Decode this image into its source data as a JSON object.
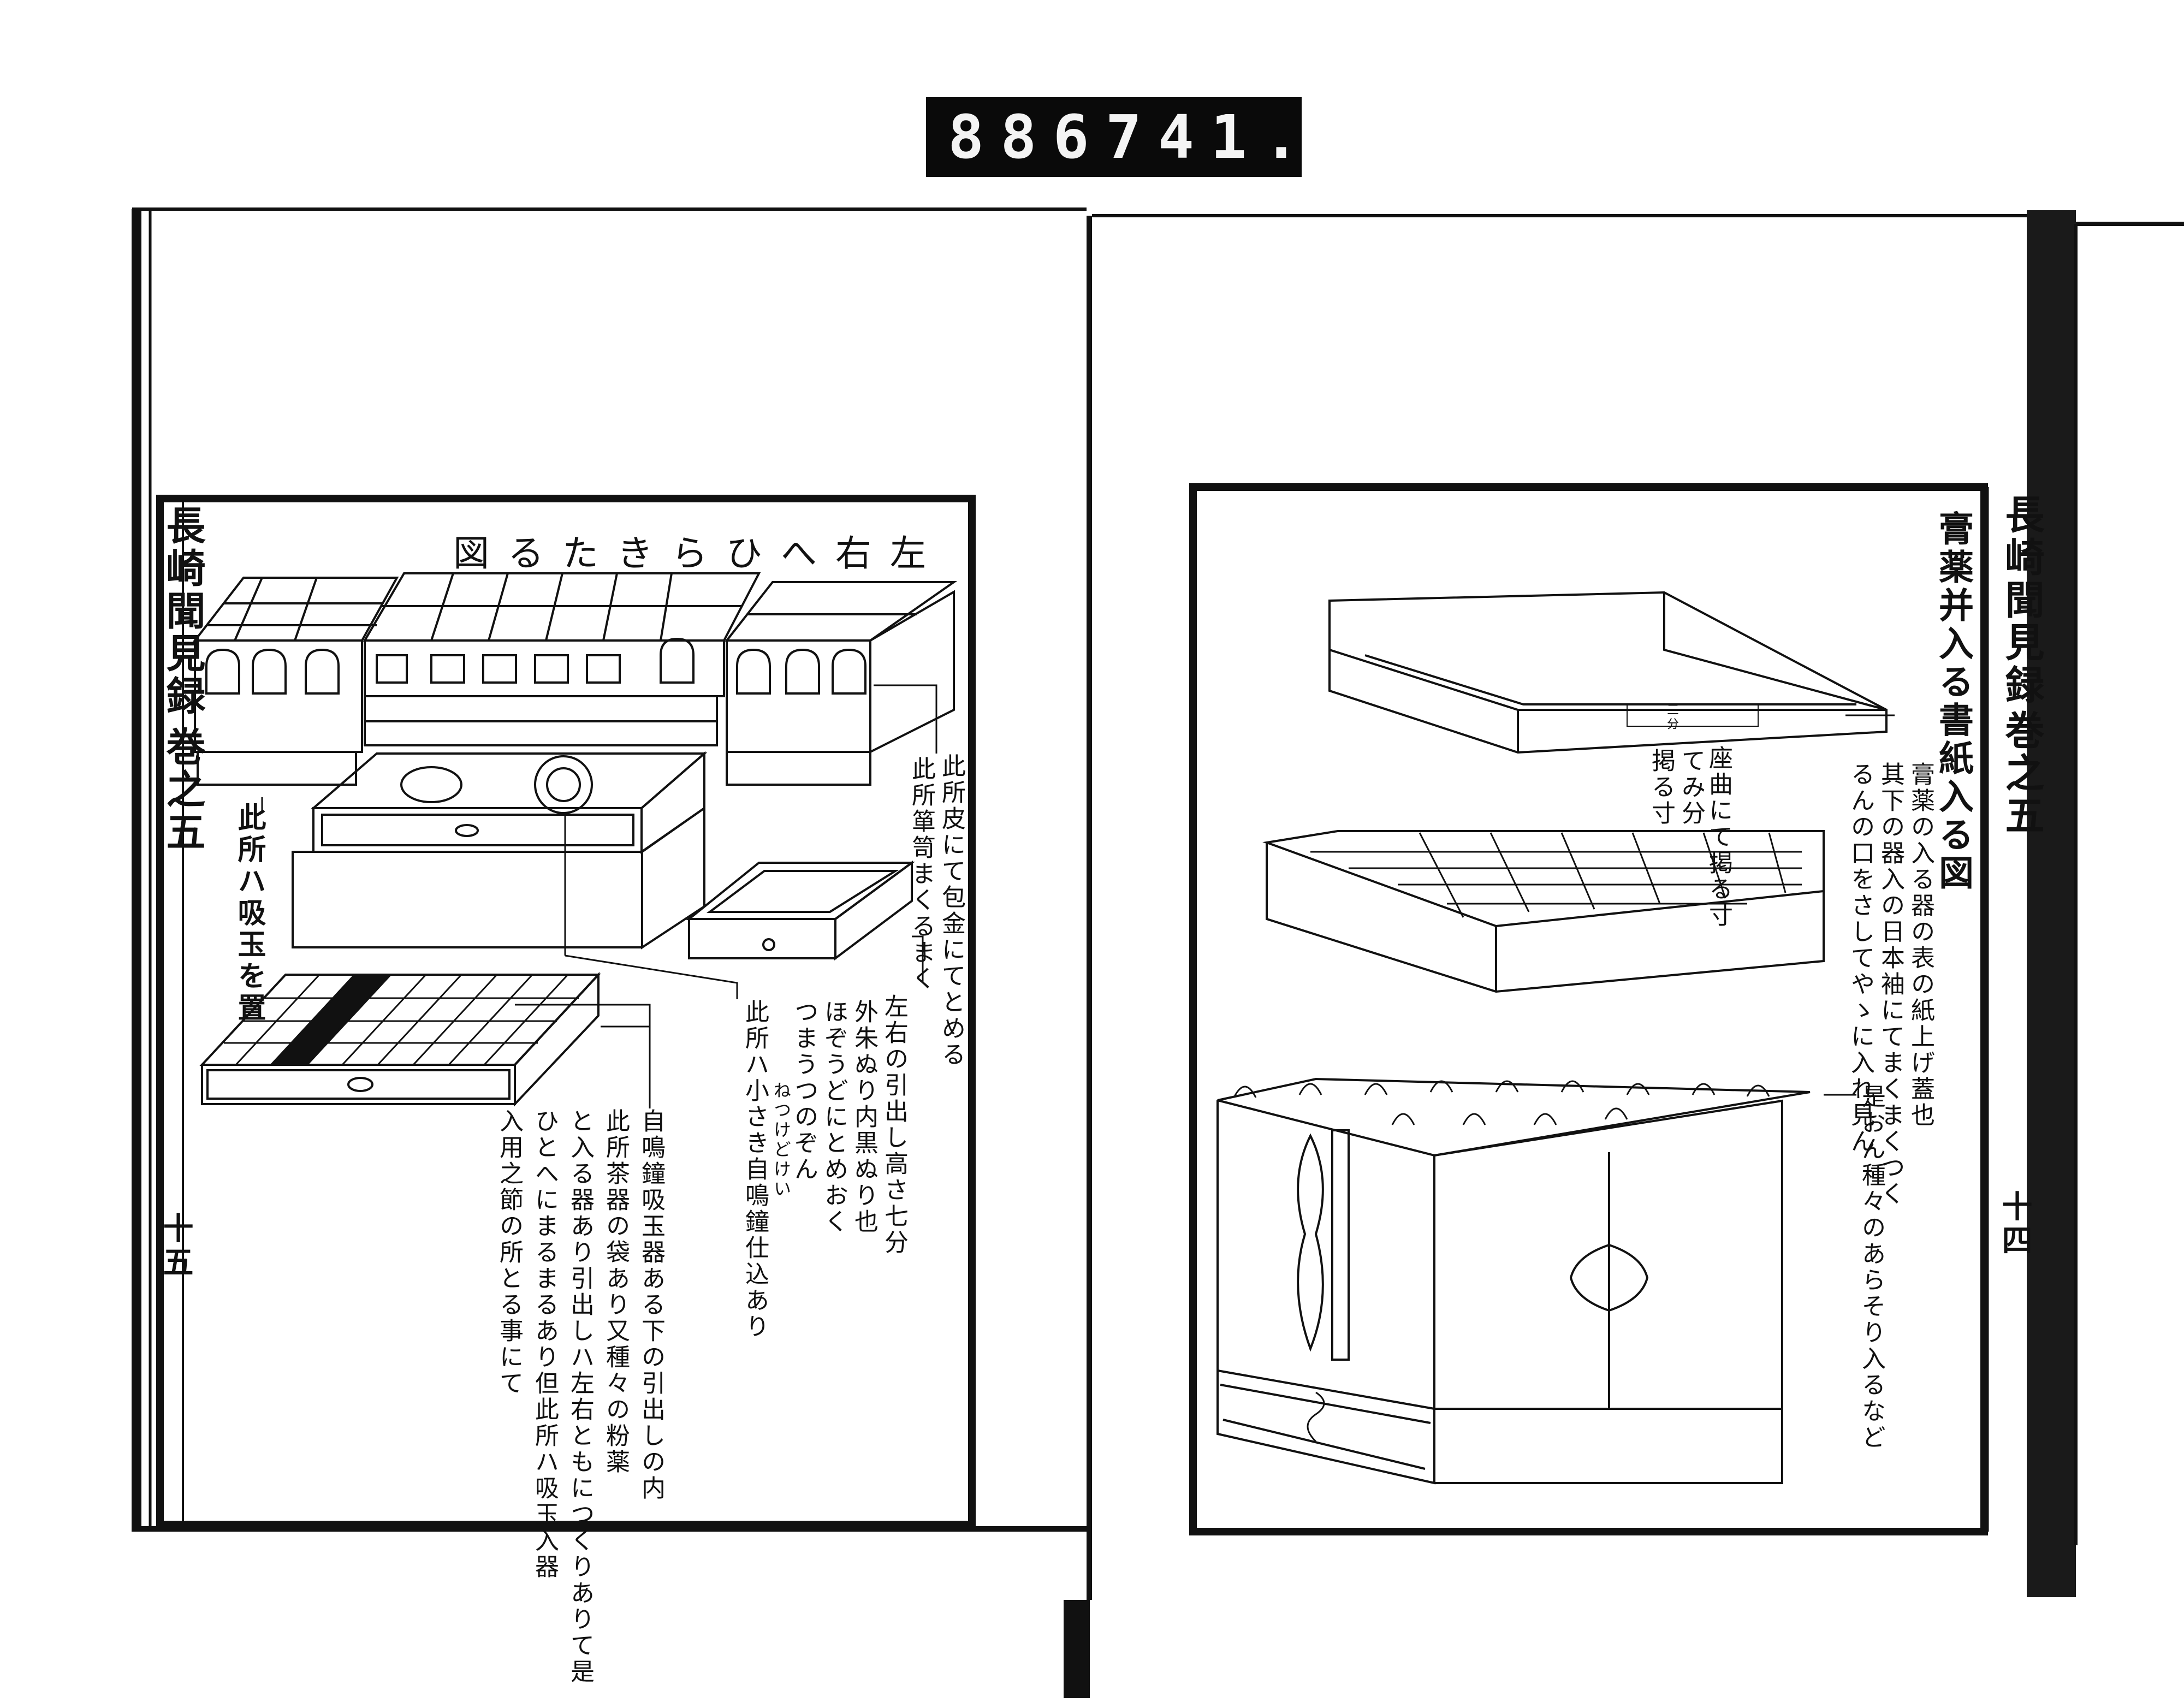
{
  "catalog_label": {
    "left_number": "886",
    "right_number": "741."
  },
  "left_page": {
    "margin_title": "長崎聞見録",
    "margin_volume": "巻之五",
    "margin_page": "十五",
    "title": "左右へひらきたる図",
    "notes": [
      "此所ハ吸玉を置",
      "此所皮にて包金にてとめる",
      "此所箪笥まくるまく",
      "左右の引出し高さ七分",
      "外朱ぬり内黒ぬり也",
      "ほぞうどにとめおく",
      "つまうつのぞん",
      "此所ハ小さき自鳴鐘仕込あり",
      "ねつけどけい"
    ],
    "paragraph": [
      "自鳴鐘吸玉器ある下の引出しの内",
      "此所茶器の袋あり又種々の粉薬",
      "と入る器あり引出しハ左右ともにつくりありて是",
      "ひとへにまるまるあり但此所ハ吸玉入器",
      "入用之節の所とる事にて"
    ]
  },
  "right_page": {
    "margin_title": "長崎聞見録",
    "margin_volume": "巻之五",
    "margin_page": "十四",
    "title": "膏薬并入る書紙入る図",
    "notes": [
      "膏薬の入る器の表の紙上げ蓋也",
      "其下の器入の日本袖にてまくまくつく",
      "るんの口をさしてやゝに入れ見ん",
      "座曲にて掲る寸",
      "てみ分",
      "掲る寸",
      "是おん種々のあらそり入るなど"
    ],
    "tray_label": "三分"
  }
}
